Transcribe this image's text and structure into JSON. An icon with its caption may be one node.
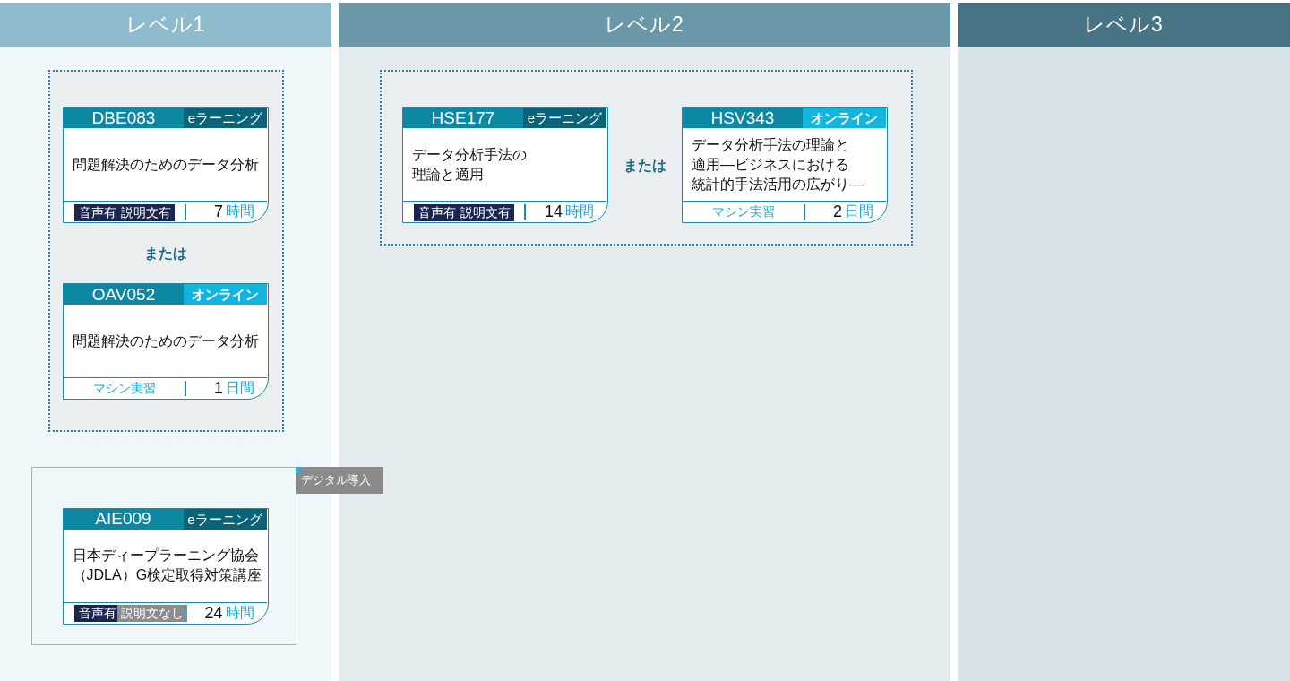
{
  "diagram": {
    "nodes": [
      {
        "text": [
          "レベル1"
        ]
      },
      {
        "text": [
          "レベル2"
        ]
      },
      {
        "text": [
          "レベル3"
        ]
      },
      {
        "text": [
          "または"
        ],
        "in": 0
      },
      {
        "text": [
          "DBE083",
          "eラーニング",
          "問題解決のためのデータ分析",
          "音声有",
          "説明文有",
          "7",
          "時間"
        ],
        "in": 3
      },
      {
        "text": [
          "OAV052",
          "オンライン",
          "問題解決のためのデータ分析",
          "マシン実習",
          "1",
          "日間"
        ],
        "in": 3
      },
      {
        "text": [
          "デジタル導入"
        ],
        "in": 0
      },
      {
        "text": [
          "AIE009",
          "eラーニング",
          "日本ディープラーニング協会（JDLA）G検定取得対策講座",
          "音声有",
          "説明文なし",
          "24",
          "時間"
        ],
        "in": 6
      },
      {
        "text": [
          "または"
        ],
        "in": 1
      },
      {
        "text": [
          "HSE177",
          "eラーニング",
          "データ分析手法の理論と適用",
          "音声有",
          "説明文有",
          "14",
          "時間"
        ],
        "in": 8
      },
      {
        "text": [
          "HSV343",
          "オンライン",
          "データ分析手法の理論と適用―ビジネスにおける統計的手法活用の広がり―",
          "マシン実習",
          "2",
          "日間"
        ],
        "in": 8
      }
    ]
  }
}
